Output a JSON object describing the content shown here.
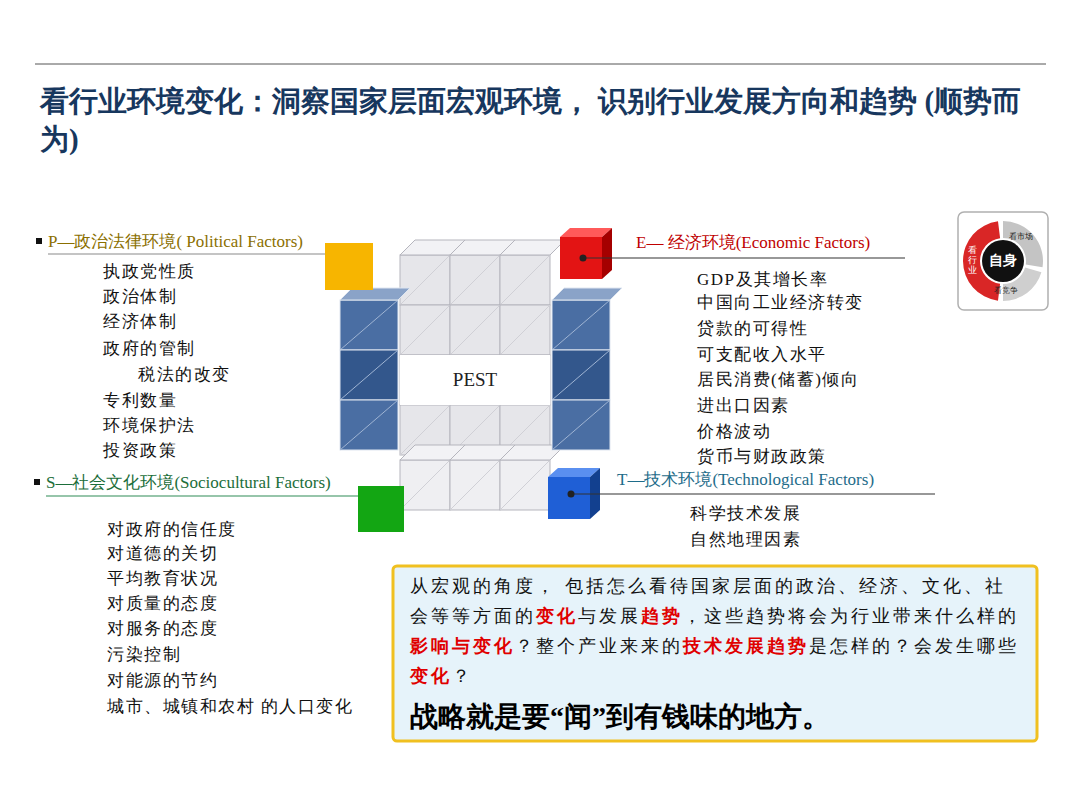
{
  "diagram": {
    "title": "看行业环境变化：洞察国家层面宏观环境， 识别行业发展方向和趋势 (顺势而为)",
    "nodes": [
      {
        "text": [
          "PEST"
        ]
      },
      {
        "text": [
          "从宏观的角度， 包括怎么看待国家层面的政治、经济、文化、社会等等方面的变化与发展趋势，这些趋势将会为行业带来什么样的影响与变化？整个产业来来的技术发展趋势是怎样的？会发生哪些变化？",
          "战略就是要“闻”到有钱味的地方。"
        ]
      },
      {
        "text": [
          "看市场"
        ]
      },
      {
        "text": [
          "看行业"
        ]
      },
      {
        "text": [
          "自身"
        ]
      },
      {
        "text": [
          "看竞争"
        ]
      }
    ],
    "labels": [
      "P—政治法律环境( Political Factors)",
      "执政党性质",
      "政治体制",
      "经济体制",
      "政府的管制",
      "税法的改变",
      "专利数量",
      "环境保护法",
      "投资政策",
      "E— 经济环境(Economic Factors)",
      "GDP及其增长率",
      "中国向工业经济转变",
      "贷款的可得性",
      "可支配收入水平",
      "居民消费(储蓄)倾向",
      "进出口因素",
      "价格波动",
      "货币与财政政策",
      "S—社会文化环境(Sociocultural Factors)",
      "对政府的信任度",
      "对道德的关切",
      "平均教育状况",
      "对质量的态度",
      "对服务的态度",
      "污染控制",
      "对能源的节约",
      "城市、城镇和农村 的人口变化",
      "T—技术环境(Technological Factors)",
      "科学技术发展",
      "自然地理因素"
    ]
  }
}
